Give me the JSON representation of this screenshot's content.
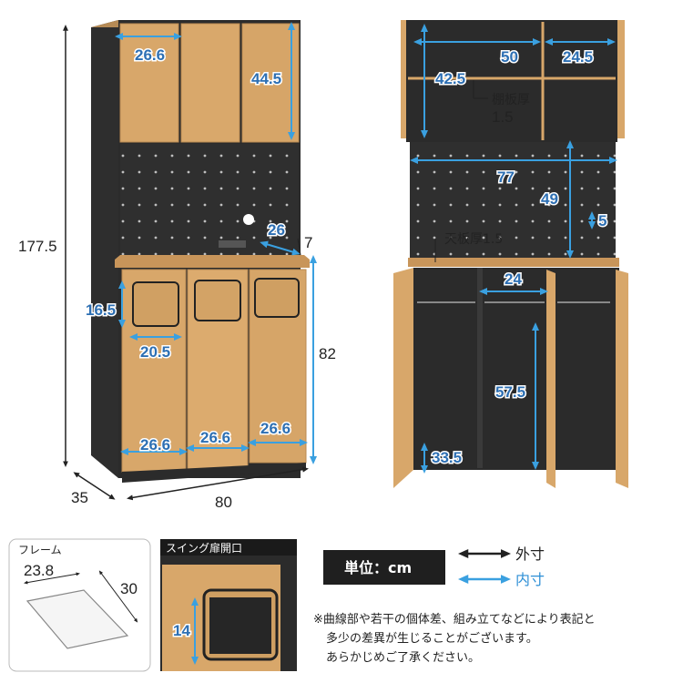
{
  "colors": {
    "wood": "#d8a76a",
    "wood_dark": "#c08d50",
    "body": "#2b2b2b",
    "inner_line": "#3aa0e0",
    "outer_line": "#222222"
  },
  "front_view": {
    "height_total": "177.5",
    "depth": "35",
    "width": "80",
    "upper_door_width": "26.6",
    "upper_door_height": "44.5",
    "shelf_depth": "26",
    "shelf_gap": "7",
    "lower_height": "82",
    "opening_height": "16.5",
    "opening_width": "20.5",
    "lower_door_widths": [
      "26.6",
      "26.6",
      "26.6"
    ]
  },
  "inner_view": {
    "upper_left_width": "50",
    "upper_right_width": "24.5",
    "upper_height": "42.5",
    "shelf_thickness_label": "棚板厚",
    "shelf_thickness_value": "1.5",
    "middle_width": "77",
    "middle_height": "49",
    "middle_depth_small": "5",
    "top_board_label": "天板厚1.5",
    "lower_compartment_width": "24",
    "lower_compartment_height": "57.5",
    "bottom_height": "33.5"
  },
  "frame_panel": {
    "title": "フレーム",
    "width": "23.8",
    "depth": "30"
  },
  "swing_panel": {
    "title": "スイング扉開口",
    "height": "14"
  },
  "legend": {
    "unit_label": "単位：cm",
    "outer_label": "外寸",
    "inner_label": "内寸"
  },
  "note": {
    "line1": "※曲線部や若干の個体差、組み立てなどにより表記と",
    "line2": "多少の差異が生じることがございます。",
    "line3": "あらかじめご了承ください。"
  }
}
